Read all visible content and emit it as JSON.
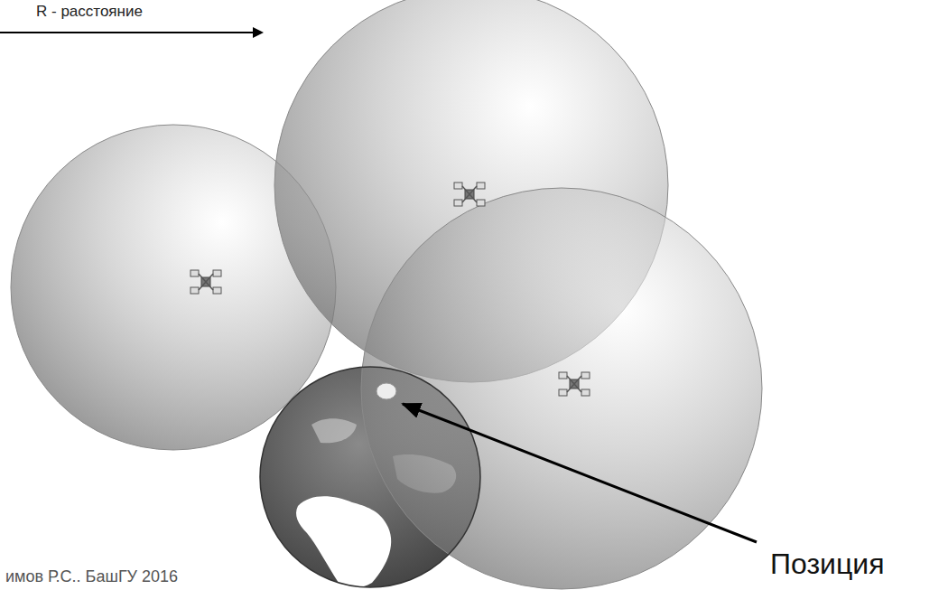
{
  "diagram": {
    "labels": [
      "R - расстояние",
      "Позиция",
      "имов Р.С.. БашГУ 2016"
    ]
  }
}
